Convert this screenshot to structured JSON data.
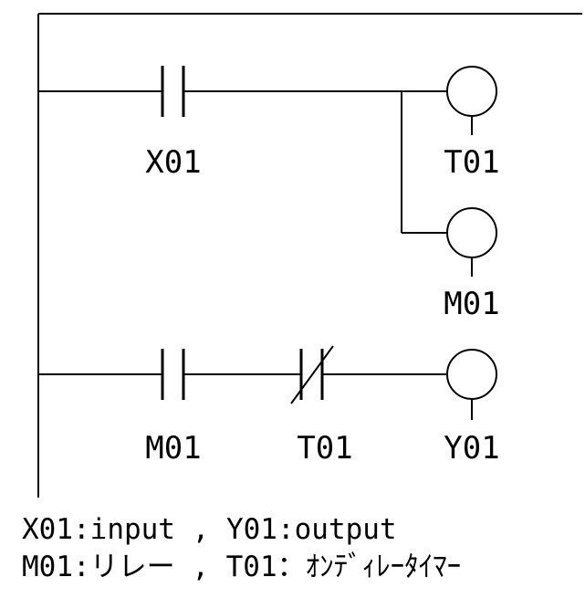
{
  "ladder": {
    "rung1": {
      "contact_x01": "X01",
      "coil_t01": "T01",
      "coil_m01": "M01"
    },
    "rung2": {
      "contact_m01": "M01",
      "contact_t01": "T01",
      "coil_y01": "Y01"
    },
    "legend": {
      "line1": "X01:input , Y01:output",
      "line2": "M01:リレー ,  T01：ｵﾝﾃﾞｨﾚｰﾀｲﾏｰ"
    },
    "colors": {
      "line": "#000000",
      "background": "#ffffff"
    }
  }
}
